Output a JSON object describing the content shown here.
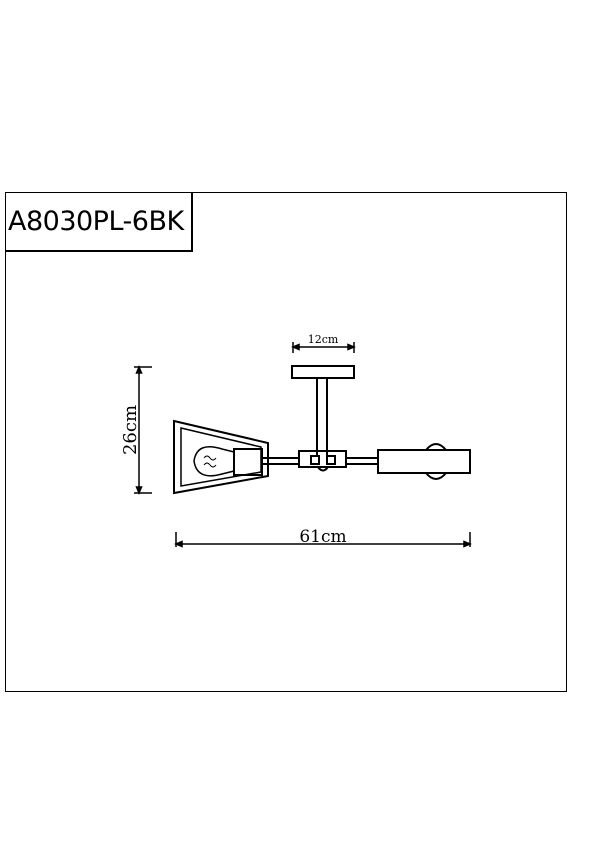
{
  "product": {
    "model_code": "A8030PL-6BK"
  },
  "dimensions": {
    "canopy_width": "12cm",
    "height": "26cm",
    "width": "61cm"
  },
  "colors": {
    "line": "#000000",
    "background": "#ffffff"
  }
}
